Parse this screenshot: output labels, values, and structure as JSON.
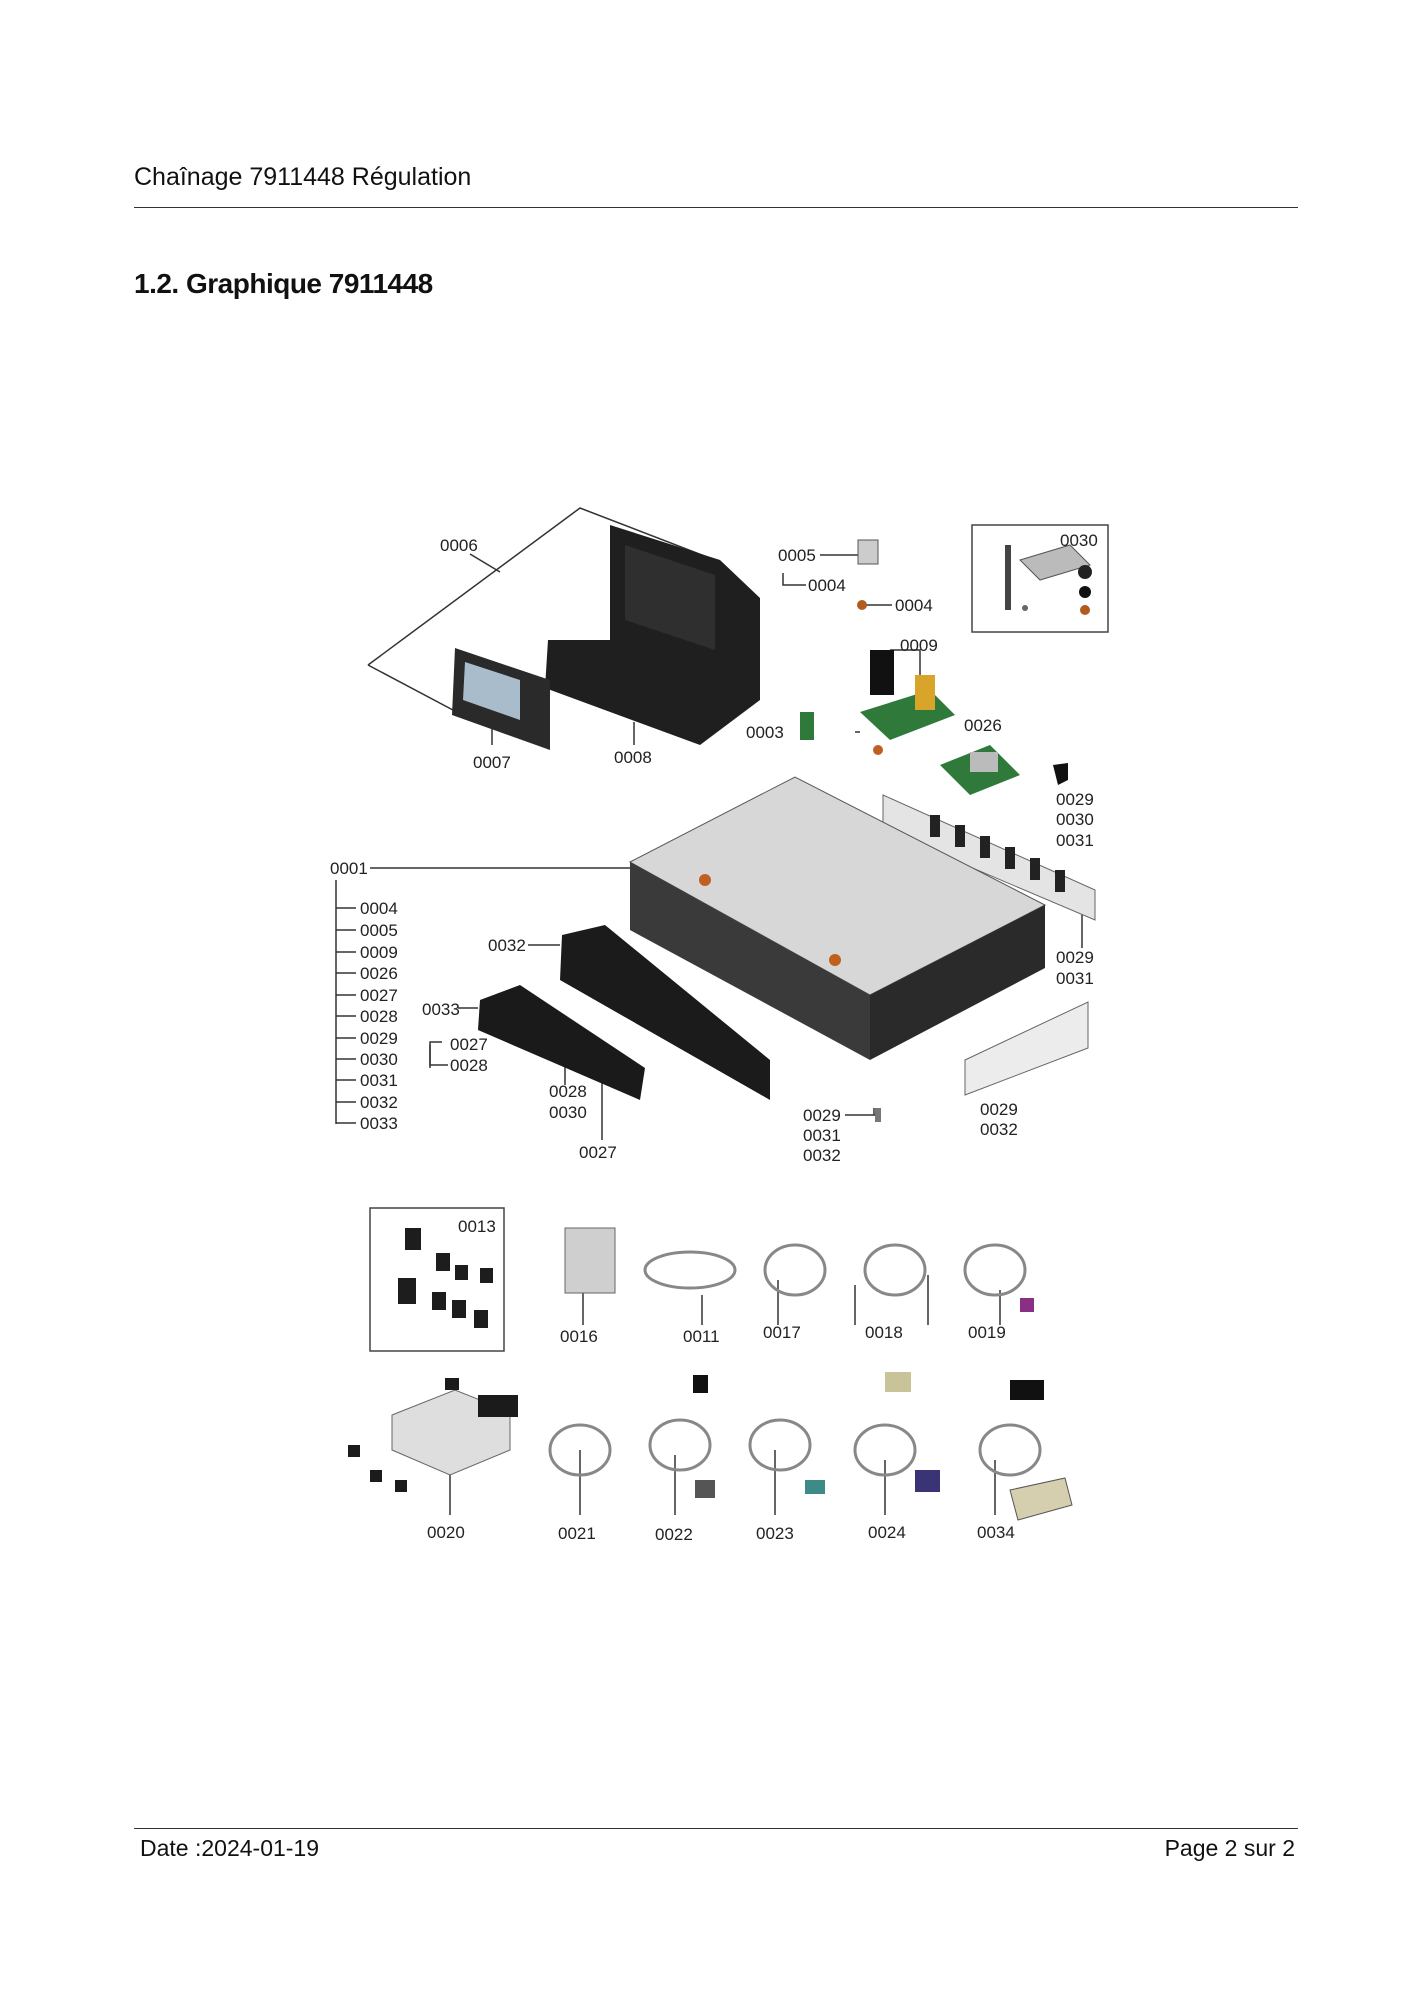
{
  "header": {
    "title": "Chaînage 7911448 Régulation"
  },
  "section": {
    "title": "1.2. Graphique 7911448"
  },
  "footer": {
    "date": "Date :2024-01-19",
    "page": "Page 2 sur   2"
  },
  "diagram": {
    "labels": {
      "l0006": "0006",
      "l0005": "0005",
      "l0004a": "0004",
      "l0004b": "0004",
      "l0030box": "0030",
      "l0009": "0009",
      "l0003": "0003",
      "l0007": "0007",
      "l0008": "0008",
      "l0026": "0026",
      "l0029a": "0029",
      "l0030a": "0030",
      "l0031a": "0031",
      "l0001": "0001",
      "k0004": "0004",
      "k0005": "0005",
      "k0009": "0009",
      "k0026": "0026",
      "k0027": "0027",
      "k0028": "0028",
      "k0029": "0029",
      "k0030": "0030",
      "k0031": "0031",
      "k0032": "0032",
      "k0033": "0033",
      "l0032": "0032",
      "l0029b": "0029",
      "l0031b": "0031",
      "l0033": "0033",
      "l0027a": "0027",
      "l0028a": "0028",
      "l0028b": "0028",
      "l0030b": "0030",
      "l0027b": "0027",
      "l0029c": "0029",
      "l0031c": "0031",
      "l0032c": "0032",
      "l0029d": "0029",
      "l0032d": "0032",
      "l0013": "0013",
      "l0016": "0016",
      "l0011": "0011",
      "l0017": "0017",
      "l0018": "0018",
      "l0019": "0019",
      "l0020": "0020",
      "l0021": "0021",
      "l0022": "0022",
      "l0023": "0023",
      "l0024": "0024",
      "l0034": "0034"
    }
  }
}
